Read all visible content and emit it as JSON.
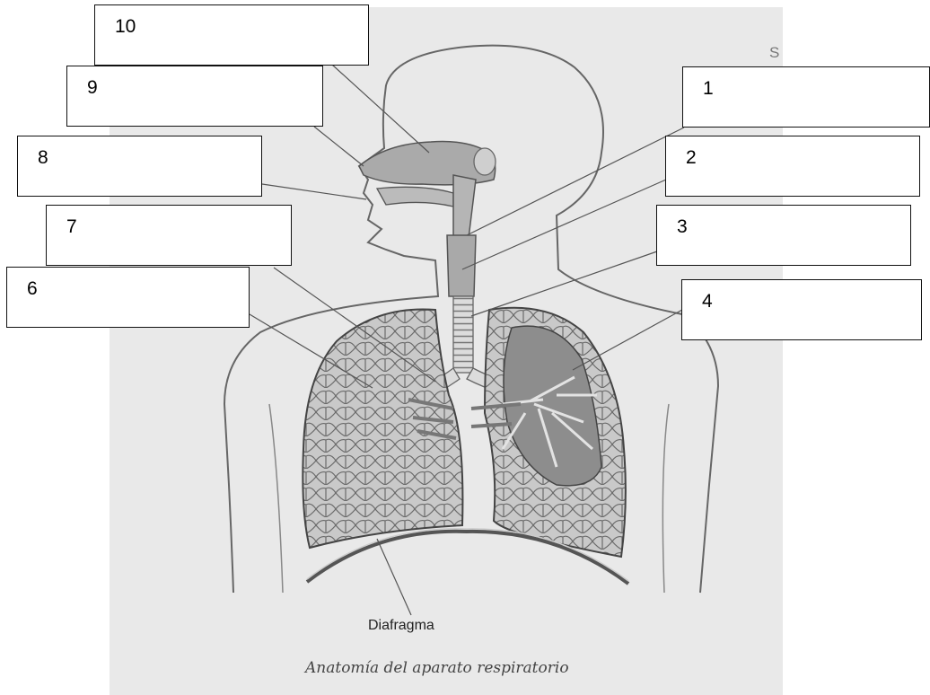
{
  "diagram": {
    "labels": [
      {
        "number": "10",
        "text": ""
      },
      {
        "number": "9",
        "text": ""
      },
      {
        "number": "8",
        "text": ""
      },
      {
        "number": "7",
        "text": ""
      },
      {
        "number": "6",
        "text": ""
      },
      {
        "number": "1",
        "text": ""
      },
      {
        "number": "2",
        "text": ""
      },
      {
        "number": "3",
        "text": ""
      },
      {
        "number": "4",
        "text": ""
      }
    ],
    "corner_letter": "S",
    "diaphragm_label": "Diafragma",
    "caption": "Anatomía del aparato respiratorio"
  },
  "colors": {
    "background": "#e9e9e9",
    "line": "#555555",
    "box_border": "#111111"
  }
}
